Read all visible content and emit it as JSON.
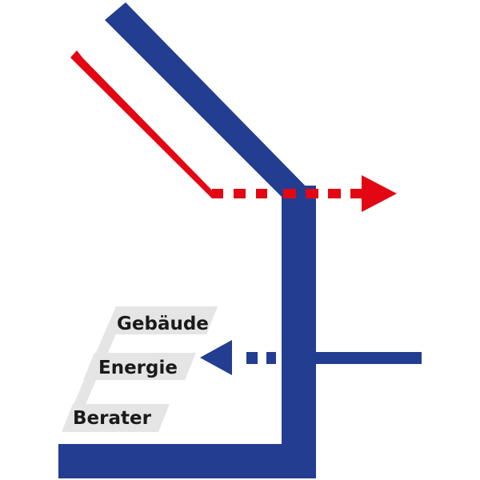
{
  "logo": {
    "words": {
      "line1": "Gebäude",
      "line2": "Energie",
      "line3": "Berater"
    },
    "colors": {
      "blue": "#233d91",
      "red": "#e30613",
      "gray": "#e5e5e5",
      "text": "#1a1a1a"
    },
    "icons": {
      "red_arrow": "arrow-right-icon",
      "blue_arrow": "arrow-left-icon"
    }
  }
}
